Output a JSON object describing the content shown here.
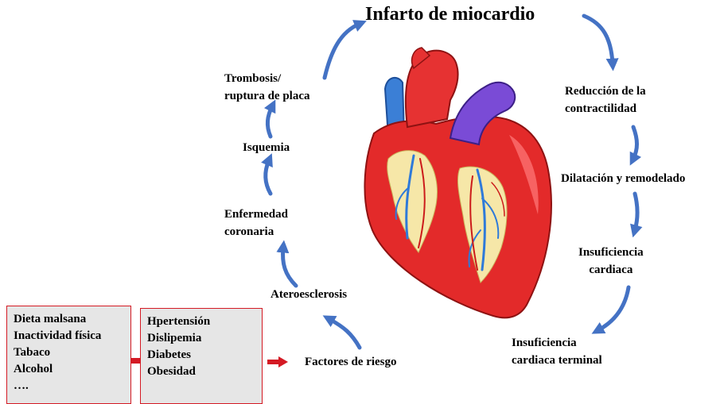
{
  "title": "Infarto de miocardio",
  "cycle_right": [
    [
      "Reducción de la",
      "contractilidad"
    ],
    [
      "Dilatación y remodelado"
    ],
    [
      "Insuficiencia",
      "cardiaca"
    ],
    [
      "Insuficiencia",
      "cardiaca terminal"
    ]
  ],
  "cycle_left": [
    [
      "Trombosis/",
      "ruptura de placa"
    ],
    [
      "Isquemia"
    ],
    [
      "Enfermedad",
      "coronaria"
    ],
    [
      "Ateroesclerosis"
    ]
  ],
  "risk_label": "Factores de riesgo",
  "lifestyle_box": [
    "Dieta malsana",
    "Inactividad física",
    "Tabaco",
    "Alcohol",
    "…."
  ],
  "conditions_box": [
    "Hpertensión",
    "Dislipemia",
    "Diabetes",
    "Obesidad"
  ],
  "colors": {
    "arrow": "#4472c4",
    "box_border": "#d41a24",
    "box_fill": "#e6e6e6",
    "heart_red": "#e32a2a",
    "vein_blue": "#3b7fd6",
    "aorta_purple": "#7a4bd6",
    "fat_yellow": "#f6e7a8"
  },
  "icons": [
    "heart-illustration",
    "curved-arrow-icon",
    "red-arrow-icon"
  ]
}
